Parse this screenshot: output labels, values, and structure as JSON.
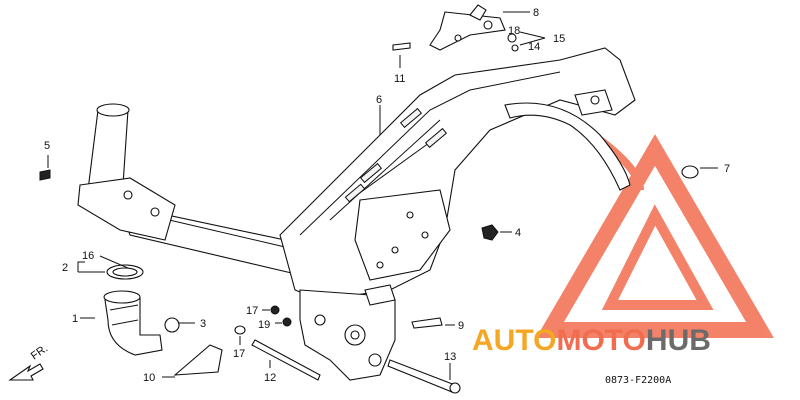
{
  "diagram_code": "0873-F2200A",
  "direction_label": "FR.",
  "watermark": {
    "part1": "AUTO",
    "part2": "MOTO",
    "part3": "HUB",
    "color_primary": "#f26d4f",
    "color_secondary": "#f5a623",
    "color_dark": "#6b6b6b"
  },
  "callouts": {
    "c1": "1",
    "c2": "2",
    "c3": "3",
    "c4": "4",
    "c5": "5",
    "c6": "6",
    "c7": "7",
    "c8": "8",
    "c9": "9",
    "c10": "10",
    "c11": "11",
    "c12": "12",
    "c13": "13",
    "c14": "14",
    "c15": "15",
    "c16": "16",
    "c17a": "17",
    "c17b": "17",
    "c18": "18",
    "c19": "19"
  }
}
